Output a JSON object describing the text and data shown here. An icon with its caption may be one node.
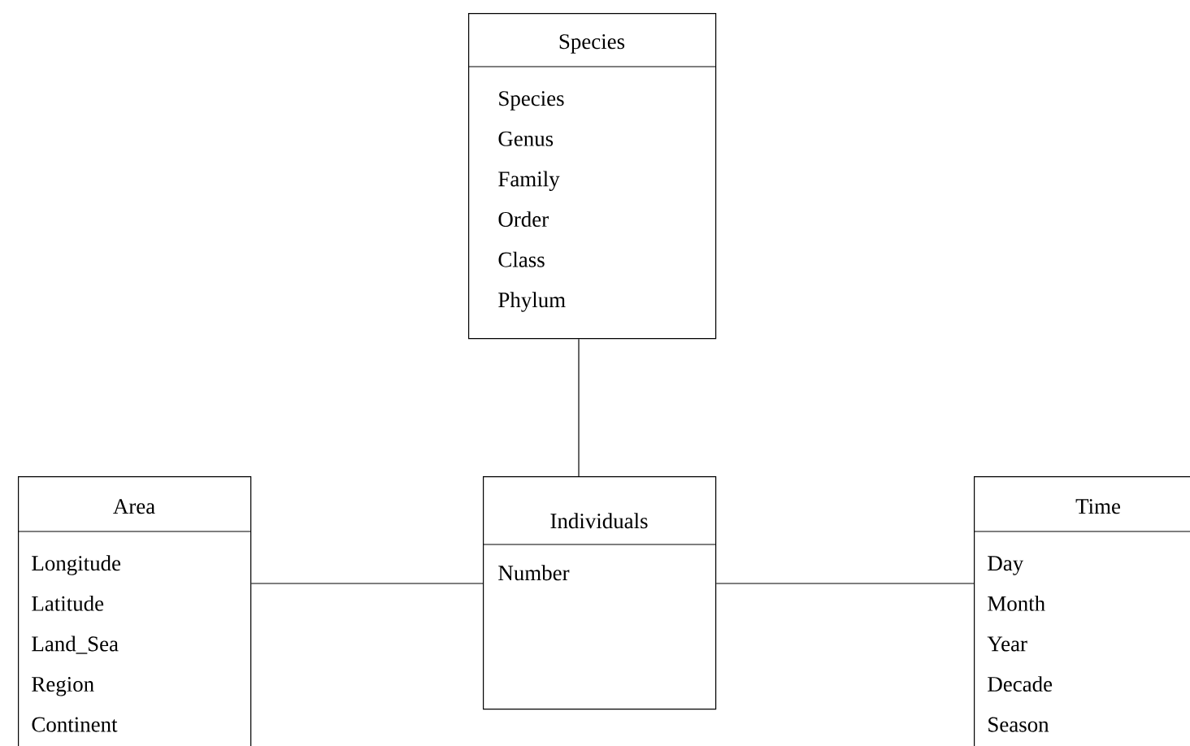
{
  "diagram": {
    "nodes": [
      {
        "text": [
          "Species",
          "Species",
          "Genus",
          "Family",
          "Order",
          "Class",
          "Phylum"
        ]
      },
      {
        "text": [
          "Area",
          "Longitude",
          "Latitude",
          "Land_Sea",
          "Region",
          "Continent"
        ]
      },
      {
        "text": [
          "Individuals",
          "Number"
        ]
      },
      {
        "text": [
          "Time",
          "Day",
          "Month",
          "Year",
          "Decade",
          "Season"
        ]
      }
    ],
    "edges": [
      {
        "from": 0,
        "to": 2,
        "arrow": "none"
      },
      {
        "from": 1,
        "to": 2,
        "arrow": "none"
      },
      {
        "from": 2,
        "to": 3,
        "arrow": "none"
      }
    ]
  }
}
